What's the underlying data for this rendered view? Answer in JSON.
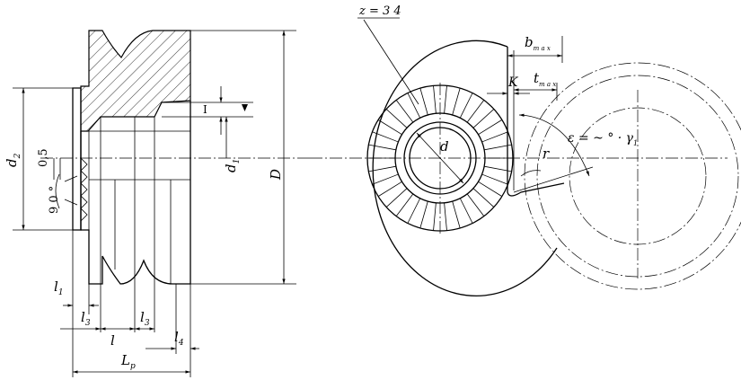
{
  "labels": {
    "d2": "d",
    "d2_sub": "2",
    "chamfer_len": "0,5",
    "chamfer_angle": "9 0 °",
    "d1": "d",
    "d1_sub": "1",
    "clearance": "I",
    "D": "D",
    "l1": "l",
    "l1_sub": "1",
    "l3_left": "l",
    "l3_left_sub": "3",
    "l": "l",
    "l3_right": "l",
    "l3_right_sub": "3",
    "l4": "l",
    "l4_sub": "4",
    "Lp": "L",
    "Lp_sub": "p",
    "z": "z = 3 4",
    "d_inner": "d",
    "b_max": "b",
    "b_max_sub": "m a x",
    "t_max": "t",
    "t_max_sub": "m a x",
    "K": "K",
    "epsilon": "ε = ~ ° · γ",
    "epsilon_sub": "1",
    "r": "r"
  }
}
